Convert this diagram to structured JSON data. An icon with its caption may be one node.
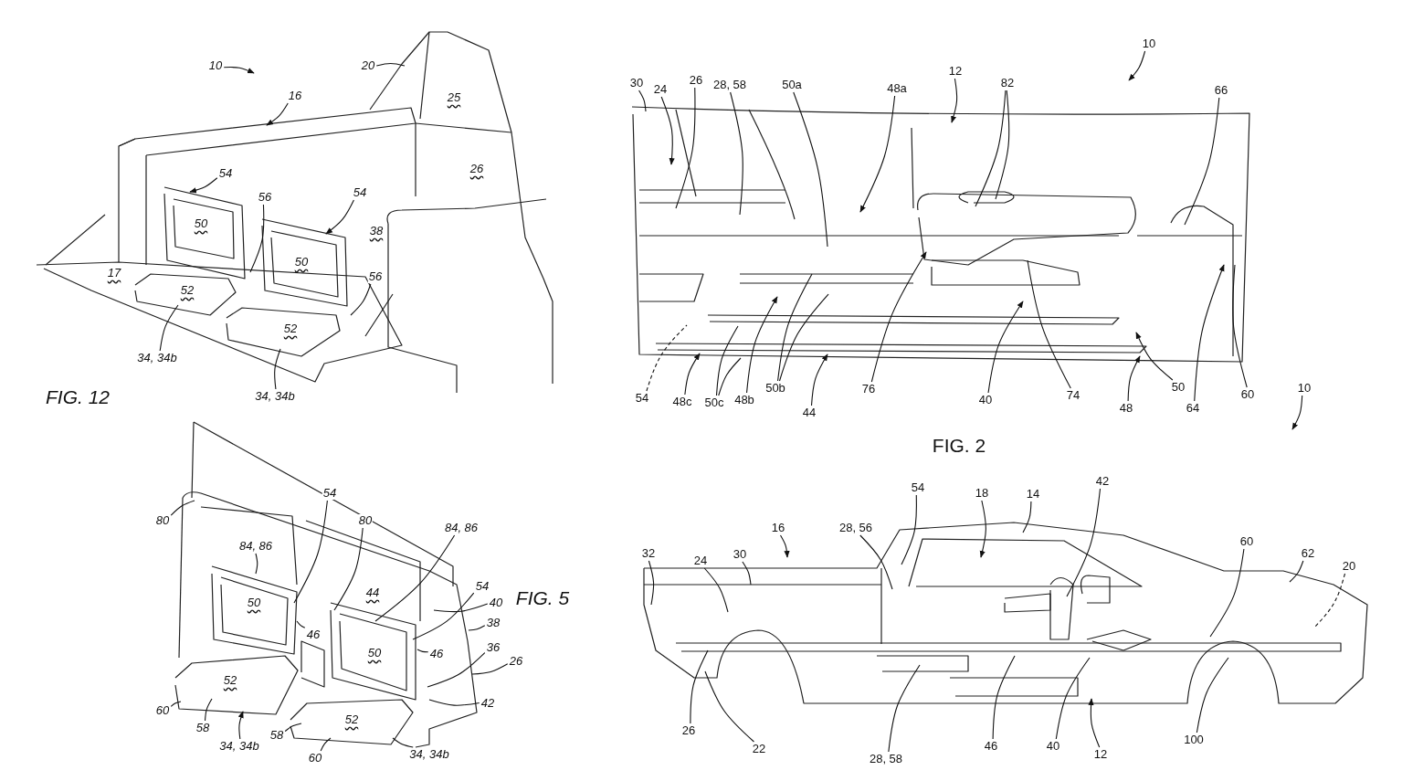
{
  "diagram": {
    "nodes": [
      {
        "text": [
          "10"
        ]
      },
      {
        "text": [
          "20"
        ]
      },
      {
        "text": [
          "16"
        ]
      },
      {
        "text": [
          "54"
        ]
      },
      {
        "text": [
          "56"
        ]
      },
      {
        "text": [
          "54"
        ]
      },
      {
        "text": [
          "56"
        ]
      },
      {
        "text": [
          "34, 34b"
        ]
      },
      {
        "text": [
          "34, 34b"
        ]
      },
      {
        "text": [
          "10"
        ]
      },
      {
        "text": [
          "12"
        ]
      },
      {
        "text": [
          "30"
        ]
      },
      {
        "text": [
          "24"
        ]
      },
      {
        "text": [
          "26"
        ]
      },
      {
        "text": [
          "28, 58"
        ]
      },
      {
        "text": [
          "50a"
        ]
      },
      {
        "text": [
          "48a"
        ]
      },
      {
        "text": [
          "82"
        ]
      },
      {
        "text": [
          "66"
        ]
      },
      {
        "text": [
          "54"
        ]
      },
      {
        "text": [
          "48c"
        ]
      },
      {
        "text": [
          "50c"
        ]
      },
      {
        "text": [
          "48b"
        ]
      },
      {
        "text": [
          "50b"
        ]
      },
      {
        "text": [
          "44"
        ]
      },
      {
        "text": [
          "76"
        ]
      },
      {
        "text": [
          "40"
        ]
      },
      {
        "text": [
          "74"
        ]
      },
      {
        "text": [
          "48"
        ]
      },
      {
        "text": [
          "50"
        ]
      },
      {
        "text": [
          "64"
        ]
      },
      {
        "text": [
          "60"
        ]
      },
      {
        "text": [
          "10"
        ]
      },
      {
        "text": [
          "54"
        ]
      },
      {
        "text": [
          "18"
        ]
      },
      {
        "text": [
          "14"
        ]
      },
      {
        "text": [
          "42"
        ]
      },
      {
        "text": [
          "16"
        ]
      },
      {
        "text": [
          "28, 56"
        ]
      },
      {
        "text": [
          "60"
        ]
      },
      {
        "text": [
          "62"
        ]
      },
      {
        "text": [
          "20"
        ]
      },
      {
        "text": [
          "32"
        ]
      },
      {
        "text": [
          "24"
        ]
      },
      {
        "text": [
          "30"
        ]
      },
      {
        "text": [
          "26"
        ]
      },
      {
        "text": [
          "22"
        ]
      },
      {
        "text": [
          "28, 58"
        ]
      },
      {
        "text": [
          "46"
        ]
      },
      {
        "text": [
          "40"
        ]
      },
      {
        "text": [
          "12"
        ]
      },
      {
        "text": [
          "100"
        ]
      },
      {
        "text": [
          "54"
        ]
      },
      {
        "text": [
          "80"
        ]
      },
      {
        "text": [
          "80"
        ]
      },
      {
        "text": [
          "84, 86"
        ]
      },
      {
        "text": [
          "84, 86"
        ]
      },
      {
        "text": [
          "54"
        ]
      },
      {
        "text": [
          "40"
        ]
      },
      {
        "text": [
          "38"
        ]
      },
      {
        "text": [
          "46"
        ]
      },
      {
        "text": [
          "36"
        ]
      },
      {
        "text": [
          "26"
        ]
      },
      {
        "text": [
          "46"
        ]
      },
      {
        "text": [
          "42"
        ]
      },
      {
        "text": [
          "60"
        ]
      },
      {
        "text": [
          "58"
        ]
      },
      {
        "text": [
          "58"
        ]
      },
      {
        "text": [
          "34, 34b"
        ]
      },
      {
        "text": [
          "60"
        ]
      },
      {
        "text": [
          "34, 34b"
        ]
      }
    ],
    "edges": [
      {
        "from": 0,
        "to": null,
        "arrow": "to"
      },
      {
        "from": 1,
        "to": null,
        "arrow": "none"
      },
      {
        "from": 2,
        "to": null,
        "arrow": "to"
      },
      {
        "from": 3,
        "to": null,
        "arrow": "to"
      },
      {
        "from": 4,
        "to": null,
        "arrow": "none"
      },
      {
        "from": 5,
        "to": null,
        "arrow": "to"
      },
      {
        "from": 6,
        "to": null,
        "arrow": "none"
      },
      {
        "from": 7,
        "to": null,
        "arrow": "none"
      },
      {
        "from": 8,
        "to": null,
        "arrow": "none"
      },
      {
        "from": 9,
        "to": null,
        "arrow": "to"
      },
      {
        "from": 10,
        "to": null,
        "arrow": "to"
      },
      {
        "from": 11,
        "to": null,
        "arrow": "none"
      },
      {
        "from": 12,
        "to": null,
        "arrow": "to"
      },
      {
        "from": 13,
        "to": null,
        "arrow": "none"
      },
      {
        "from": 14,
        "to": null,
        "arrow": "none"
      },
      {
        "from": 15,
        "to": null,
        "arrow": "none"
      },
      {
        "from": 16,
        "to": null,
        "arrow": "to"
      },
      {
        "from": 17,
        "to": null,
        "arrow": "none"
      },
      {
        "from": 17,
        "to": null,
        "arrow": "none"
      },
      {
        "from": 18,
        "to": null,
        "arrow": "none"
      },
      {
        "from": 19,
        "to": null,
        "arrow": "none",
        "style": "dashed"
      },
      {
        "from": 20,
        "to": null,
        "arrow": "to"
      },
      {
        "from": 21,
        "to": null,
        "arrow": "none"
      },
      {
        "from": 21,
        "to": null,
        "arrow": "none"
      },
      {
        "from": 22,
        "to": null,
        "arrow": "to"
      },
      {
        "from": 23,
        "to": null,
        "arrow": "none"
      },
      {
        "from": 23,
        "to": null,
        "arrow": "none"
      },
      {
        "from": 24,
        "to": null,
        "arrow": "to"
      },
      {
        "from": 25,
        "to": null,
        "arrow": "to"
      },
      {
        "from": 26,
        "to": null,
        "arrow": "to"
      },
      {
        "from": 27,
        "to": null,
        "arrow": "none"
      },
      {
        "from": 28,
        "to": null,
        "arrow": "to"
      },
      {
        "from": 29,
        "to": null,
        "arrow": "to"
      },
      {
        "from": 30,
        "to": null,
        "arrow": "to"
      },
      {
        "from": 31,
        "to": null,
        "arrow": "none"
      },
      {
        "from": 32,
        "to": null,
        "arrow": "to"
      },
      {
        "from": 33,
        "to": null,
        "arrow": "none"
      },
      {
        "from": 34,
        "to": null,
        "arrow": "to"
      },
      {
        "from": 35,
        "to": null,
        "arrow": "none"
      },
      {
        "from": 36,
        "to": null,
        "arrow": "none"
      },
      {
        "from": 37,
        "to": null,
        "arrow": "to"
      },
      {
        "from": 38,
        "to": null,
        "arrow": "none"
      },
      {
        "from": 39,
        "to": null,
        "arrow": "none"
      },
      {
        "from": 40,
        "to": null,
        "arrow": "none"
      },
      {
        "from": 41,
        "to": null,
        "arrow": "none",
        "style": "dashed"
      },
      {
        "from": 42,
        "to": null,
        "arrow": "none"
      },
      {
        "from": 43,
        "to": null,
        "arrow": "none"
      },
      {
        "from": 44,
        "to": null,
        "arrow": "none"
      },
      {
        "from": 45,
        "to": null,
        "arrow": "none"
      },
      {
        "from": 46,
        "to": null,
        "arrow": "none"
      },
      {
        "from": 47,
        "to": null,
        "arrow": "none"
      },
      {
        "from": 48,
        "to": null,
        "arrow": "none"
      },
      {
        "from": 49,
        "to": null,
        "arrow": "none"
      },
      {
        "from": 50,
        "to": null,
        "arrow": "to"
      },
      {
        "from": 51,
        "to": null,
        "arrow": "none"
      },
      {
        "from": 52,
        "to": null,
        "arrow": "none"
      },
      {
        "from": 53,
        "to": null,
        "arrow": "none"
      },
      {
        "from": 54,
        "to": null,
        "arrow": "none"
      },
      {
        "from": 55,
        "to": null,
        "arrow": "none"
      },
      {
        "from": 56,
        "to": null,
        "arrow": "none"
      },
      {
        "from": 57,
        "to": null,
        "arrow": "none"
      },
      {
        "from": 58,
        "to": null,
        "arrow": "none"
      },
      {
        "from": 59,
        "to": null,
        "arrow": "none"
      },
      {
        "from": 60,
        "to": null,
        "arrow": "none"
      },
      {
        "from": 61,
        "to": null,
        "arrow": "none"
      },
      {
        "from": 62,
        "to": null,
        "arrow": "none"
      },
      {
        "from": 63,
        "to": null,
        "arrow": "none"
      },
      {
        "from": 64,
        "to": null,
        "arrow": "none"
      },
      {
        "from": 65,
        "to": null,
        "arrow": "none"
      },
      {
        "from": 66,
        "to": null,
        "arrow": "none"
      },
      {
        "from": 67,
        "to": null,
        "arrow": "none"
      },
      {
        "from": 68,
        "to": null,
        "arrow": "to"
      },
      {
        "from": 69,
        "to": null,
        "arrow": "none"
      },
      {
        "from": 70,
        "to": null,
        "arrow": "none"
      }
    ],
    "labels": [
      "25",
      "26",
      "50",
      "38",
      "50",
      "17",
      "52",
      "52",
      "FIG. 12",
      "FIG. 2",
      "44",
      "50",
      "FIG. 5",
      "50",
      "52",
      "52"
    ]
  }
}
